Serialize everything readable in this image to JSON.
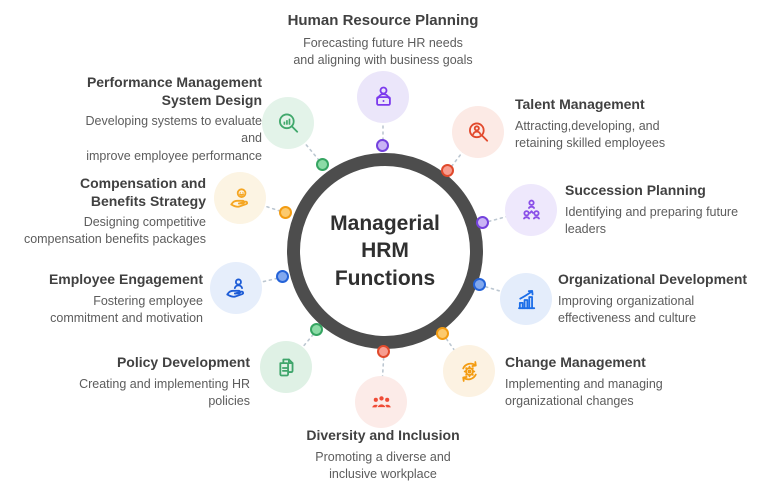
{
  "center": {
    "title": "Managerial HRM Functions"
  },
  "nodes": [
    {
      "title": "Human Resource Planning",
      "description": "Forecasting future HR needs\nand aligning with business goals",
      "icon": "person-at-laptop-icon",
      "accent_color": "#7c3aed",
      "icon_bg": "#ebe6fa",
      "dot_color": "#7442dd"
    },
    {
      "title": "Talent Management",
      "description": "Attracting,developing, and\nretaining skilled employees",
      "icon": "magnifier-person-icon",
      "accent_color": "#e2492c",
      "icon_bg": "#fceae5",
      "dot_color": "#e04a2c"
    },
    {
      "title": "Succession Planning",
      "description": "Identifying and preparing future\nleaders",
      "icon": "org-hierarchy-people-icon",
      "accent_color": "#8a4fe8",
      "icon_bg": "#eee8fc",
      "dot_color": "#7442dd"
    },
    {
      "title": "Organizational Development",
      "description": "Improving organizational\neffectiveness and culture",
      "icon": "growth-chart-icon",
      "accent_color": "#1c6ee8",
      "icon_bg": "#e4edfb",
      "dot_color": "#2563d8"
    },
    {
      "title": "Change Management",
      "description": "Implementing and managing\norganizational changes",
      "icon": "gear-cycle-icon",
      "accent_color": "#f39c12",
      "icon_bg": "#fcf2e2",
      "dot_color": "#f39c12"
    },
    {
      "title": "Diversity and Inclusion",
      "description": "Promoting a diverse and\ninclusive workplace",
      "icon": "people-group-icon",
      "accent_color": "#ef4b36",
      "icon_bg": "#fcebe8",
      "dot_color": "#e04a2c"
    },
    {
      "title": "Policy Development",
      "description": "Creating and implementing HR\npolicies",
      "icon": "documents-icon",
      "accent_color": "#3fa56b",
      "icon_bg": "#dff1e5",
      "dot_color": "#36a562"
    },
    {
      "title": "Employee Engagement",
      "description": "Fostering employee\ncommitment and motivation",
      "icon": "hand-holding-person-icon",
      "accent_color": "#1d5cd6",
      "icon_bg": "#e6eefb",
      "dot_color": "#2563d8"
    },
    {
      "title": "Compensation and\nBenefits Strategy",
      "description": "Designing competitive\ncompensation benefits packages",
      "icon": "hand-holding-coin-icon",
      "accent_color": "#f5a623",
      "icon_bg": "#fcf4e3",
      "dot_color": "#f39c12"
    },
    {
      "title": "Performance Management\nSystem Design",
      "description": "Developing systems to evaluate and\nimprove employee performance",
      "icon": "magnifier-chart-icon",
      "accent_color": "#41a86c",
      "icon_bg": "#e3f3e9",
      "dot_color": "#36a562"
    }
  ],
  "ring_color": "#4d4d4d",
  "connector_color": "#bcc7d1"
}
